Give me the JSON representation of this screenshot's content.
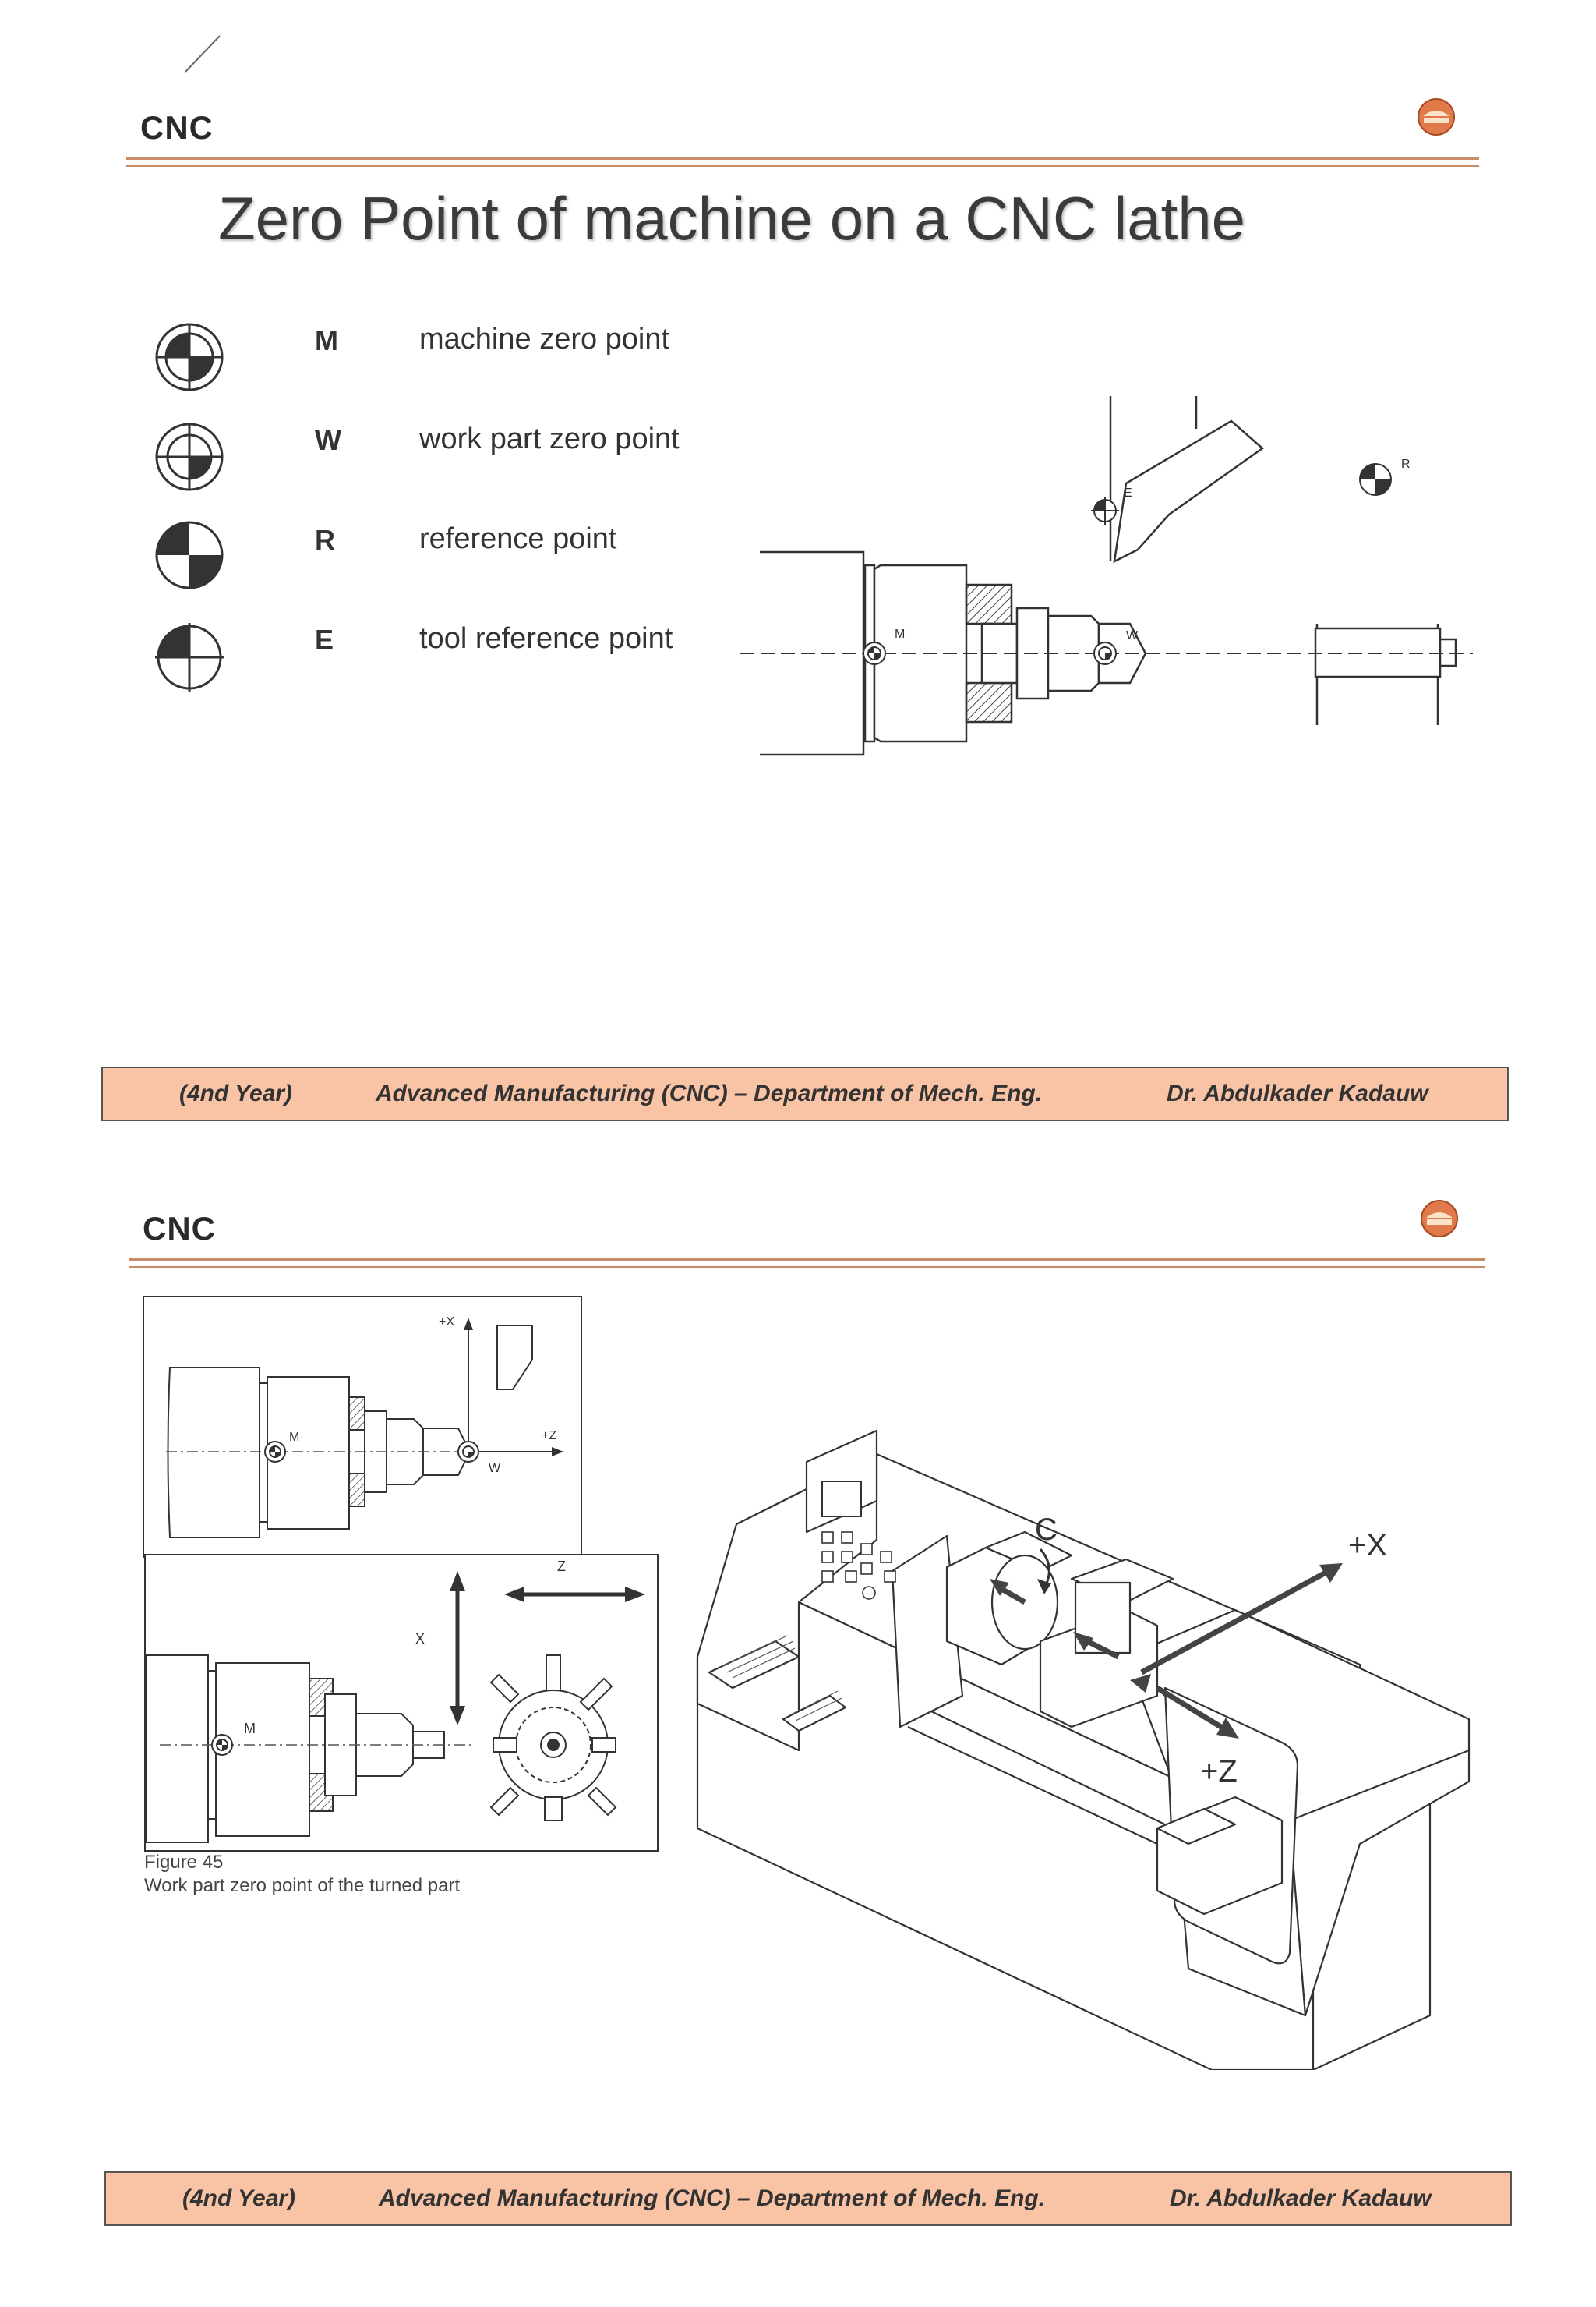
{
  "slide1": {
    "header": "CNC",
    "title": "Zero Point of machine on a CNC lathe",
    "legend": [
      {
        "letter": "M",
        "text": "machine zero point",
        "icon": "machine-zero-symbol-icon"
      },
      {
        "letter": "W",
        "text": "work part zero point",
        "icon": "work-part-zero-symbol-icon"
      },
      {
        "letter": "R",
        "text": "reference point",
        "icon": "reference-point-symbol-icon"
      },
      {
        "letter": "E",
        "text": "tool reference point",
        "icon": "tool-reference-symbol-icon"
      }
    ],
    "diagram_labels": {
      "m": "M",
      "w": "W",
      "e": "E",
      "r": "R"
    }
  },
  "slide2": {
    "header": "CNC",
    "top_diagram_labels": {
      "plus_x": "+X",
      "plus_z": "+Z",
      "m": "M",
      "w": "W"
    },
    "bottom_diagram_labels": {
      "x": "X",
      "z": "Z",
      "m": "M"
    },
    "caption_line1": "Figure 45",
    "caption_line2": "Work part zero point of the turned part",
    "machine_labels": {
      "c": "C",
      "plus_x": "+X",
      "plus_z": "+Z"
    }
  },
  "footer": {
    "year": "(4nd Year)",
    "course": "Advanced Manufacturing (CNC) – Department of Mech. Eng.",
    "author": "Dr. Abdulkader Kadauw"
  },
  "colors": {
    "rule": "#c98a68",
    "footer_bg": "#f9c4a6",
    "logo": "#d9663a"
  }
}
